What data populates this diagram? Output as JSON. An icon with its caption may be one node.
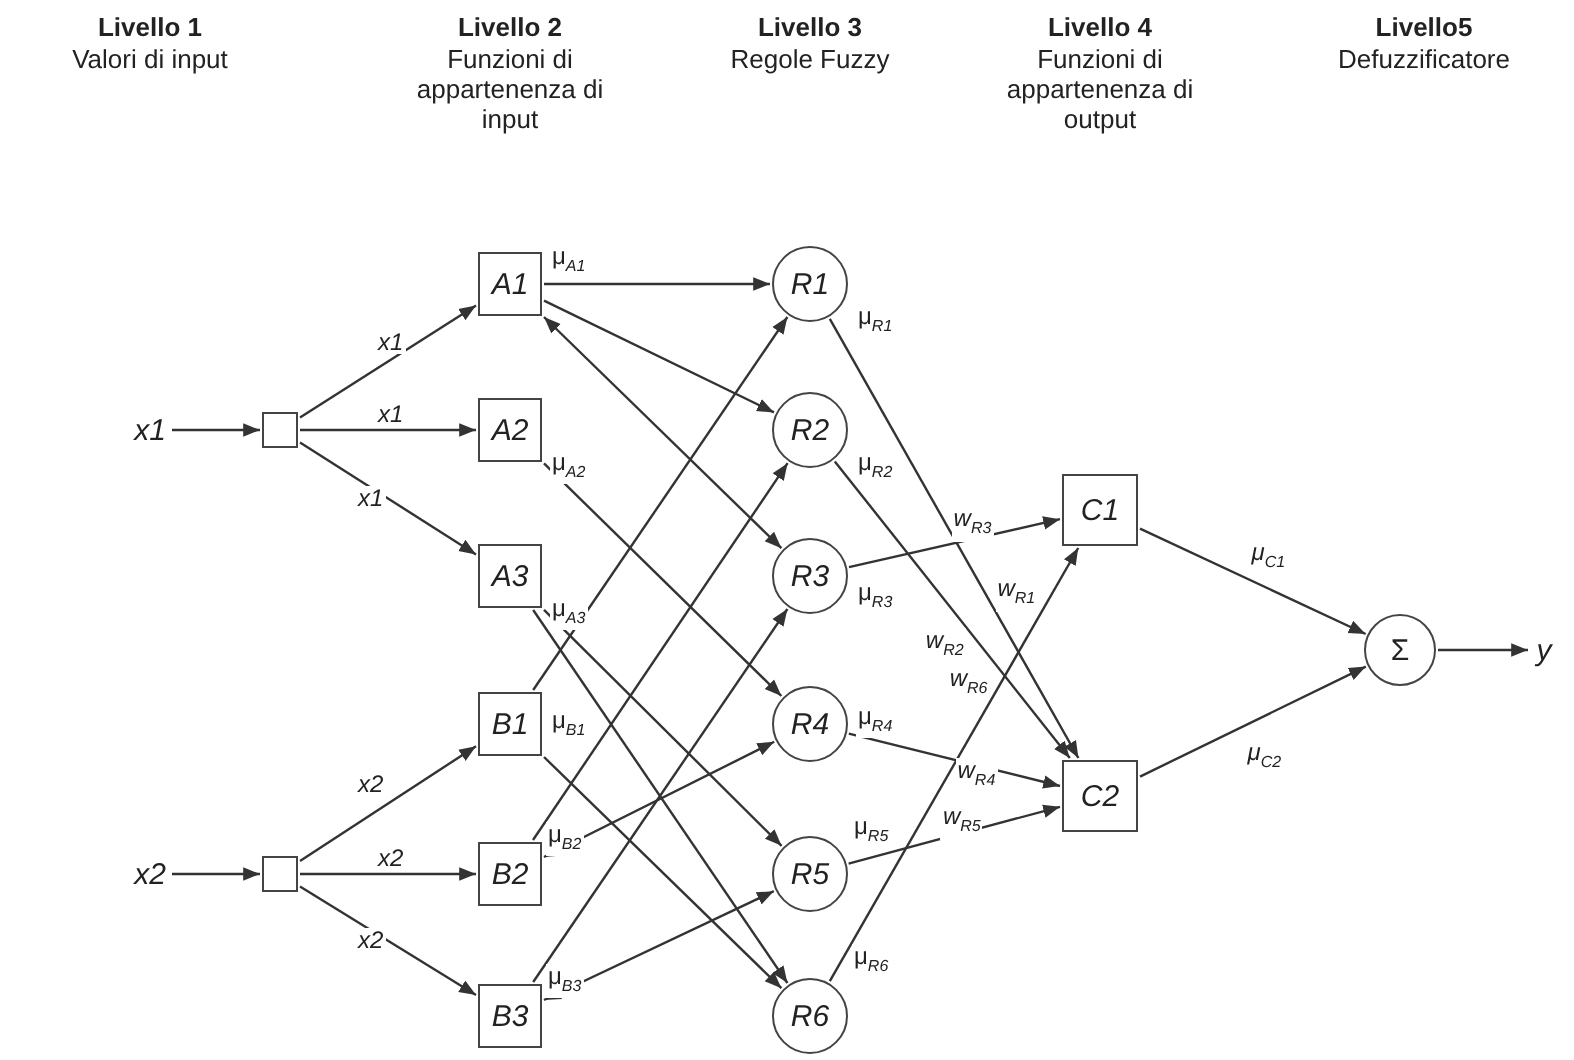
{
  "diagram": {
    "nodes": [
      {
        "text": [
          "x1"
        ]
      },
      {
        "text": [],
        "shape": "box"
      },
      {
        "text": [
          "x2"
        ]
      },
      {
        "text": [],
        "shape": "box"
      },
      {
        "text": [
          "A1"
        ],
        "beside": [
          "μ$_{A1}$"
        ]
      },
      {
        "text": [
          "A2"
        ],
        "beside": [
          "μ$_{A2}$"
        ]
      },
      {
        "text": [
          "A3"
        ],
        "beside": [
          "μ$_{A3}$"
        ]
      },
      {
        "text": [
          "B1"
        ],
        "beside": [
          "μ$_{B1}$"
        ]
      },
      {
        "text": [
          "B2"
        ],
        "beside": [
          "μ$_{B2}$"
        ]
      },
      {
        "text": [
          "B3"
        ],
        "beside": [
          "μ$_{B3}$"
        ]
      },
      {
        "text": [
          "R1"
        ],
        "beside": [
          "μ$_{R1}$"
        ]
      },
      {
        "text": [
          "R2"
        ],
        "beside": [
          "μ$_{R2}$"
        ]
      },
      {
        "text": [
          "R3"
        ],
        "beside": [
          "μ$_{R3}$"
        ]
      },
      {
        "text": [
          "R4"
        ],
        "beside": [
          "μ$_{R4}$"
        ]
      },
      {
        "text": [
          "R5"
        ],
        "beside": [
          "μ$_{R5}$"
        ]
      },
      {
        "text": [
          "R6"
        ],
        "beside": [
          "μ$_{R6}$"
        ]
      },
      {
        "text": [
          "C1"
        ]
      },
      {
        "text": [
          "C2"
        ]
      },
      {
        "text": [
          "Σ"
        ]
      },
      {
        "text": [
          "y"
        ]
      }
    ],
    "edges": [
      {
        "from": 0,
        "to": 1,
        "arrow": "to"
      },
      {
        "from": 2,
        "to": 3,
        "arrow": "to"
      },
      {
        "from": 1,
        "to": 4,
        "arrow": "to",
        "label": "x1"
      },
      {
        "from": 1,
        "to": 5,
        "arrow": "to",
        "label": "x1"
      },
      {
        "from": 1,
        "to": 6,
        "arrow": "to",
        "label": "x1"
      },
      {
        "from": 3,
        "to": 7,
        "arrow": "to",
        "label": "x2"
      },
      {
        "from": 3,
        "to": 8,
        "arrow": "to",
        "label": "x2"
      },
      {
        "from": 3,
        "to": 9,
        "arrow": "to",
        "label": "x2"
      },
      {
        "from": 4,
        "to": 10,
        "arrow": "to"
      },
      {
        "from": 4,
        "to": 11,
        "arrow": "to"
      },
      {
        "from": 4,
        "to": 12,
        "arrow": "both"
      },
      {
        "from": 5,
        "to": 13,
        "arrow": "to"
      },
      {
        "from": 6,
        "to": 14,
        "arrow": "to"
      },
      {
        "from": 6,
        "to": 15,
        "arrow": "to"
      },
      {
        "from": 7,
        "to": 10,
        "arrow": "to"
      },
      {
        "from": 7,
        "to": 15,
        "arrow": "to"
      },
      {
        "from": 8,
        "to": 11,
        "arrow": "to"
      },
      {
        "from": 8,
        "to": 13,
        "arrow": "both"
      },
      {
        "from": 9,
        "to": 12,
        "arrow": "to"
      },
      {
        "from": 9,
        "to": 14,
        "arrow": "both"
      },
      {
        "from": 10,
        "to": 17,
        "arrow": "to",
        "label": "w$_{R1}$"
      },
      {
        "from": 11,
        "to": 17,
        "arrow": "to",
        "label": "w$_{R2}$"
      },
      {
        "from": 12,
        "to": 16,
        "arrow": "to",
        "label": "w$_{R3}$"
      },
      {
        "from": 13,
        "to": 17,
        "arrow": "to",
        "label": "w$_{R4}$"
      },
      {
        "from": 14,
        "to": 17,
        "arrow": "to",
        "label": "w$_{R5}$"
      },
      {
        "from": 15,
        "to": 16,
        "arrow": "to",
        "label": "w$_{R6}$"
      },
      {
        "from": 16,
        "to": 18,
        "arrow": "to",
        "label": "μ$_{C1}$"
      },
      {
        "from": 17,
        "to": 18,
        "arrow": "to",
        "label": "μ$_{C2}$"
      },
      {
        "from": 18,
        "to": 19,
        "arrow": "to"
      }
    ],
    "labels": [
      "Livello 1",
      "Valori di input",
      "Livello 2",
      "Funzioni di appartenenza di input",
      "Livello 3",
      "Regole Fuzzy",
      "Livello 4",
      "Funzioni di appartenenza di output",
      "Livello5",
      "Defuzzificatore"
    ]
  }
}
